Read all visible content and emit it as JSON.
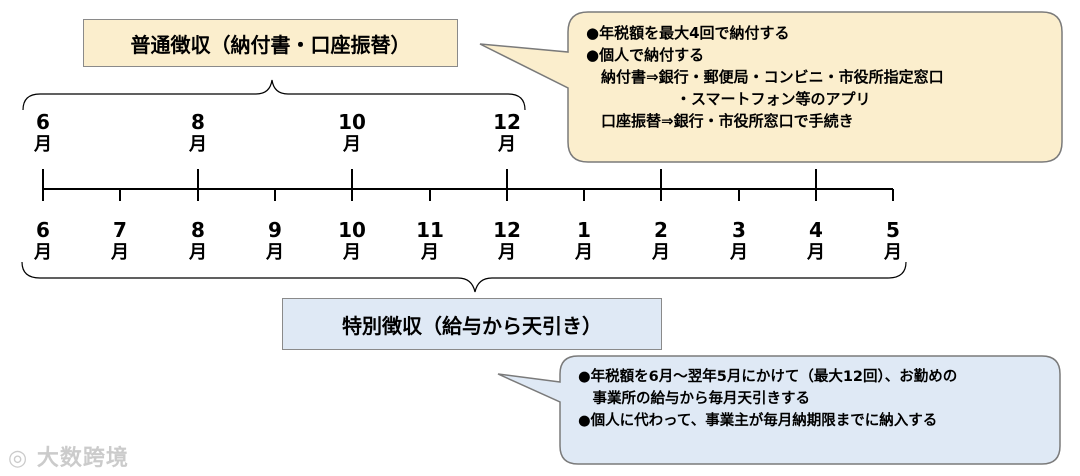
{
  "colors": {
    "top_box_fill": "#fbeecd",
    "bottom_box_fill": "#dfe9f5",
    "callout_top_fill": "#fbeecd",
    "callout_bottom_fill": "#dfe9f5",
    "callout_border": "#7a7a7a",
    "line": "#000000"
  },
  "top_box": {
    "title": "普通徴収（納付書・口座振替）"
  },
  "bottom_box": {
    "title": "特別徴収（給与から天引き）"
  },
  "upper_months": [
    {
      "num": "6",
      "unit": "月"
    },
    {
      "num": "8",
      "unit": "月"
    },
    {
      "num": "10",
      "unit": "月"
    },
    {
      "num": "12",
      "unit": "月"
    }
  ],
  "timeline_months": [
    {
      "num": "6",
      "unit": "月"
    },
    {
      "num": "7",
      "unit": "月"
    },
    {
      "num": "8",
      "unit": "月"
    },
    {
      "num": "9",
      "unit": "月"
    },
    {
      "num": "10",
      "unit": "月"
    },
    {
      "num": "11",
      "unit": "月"
    },
    {
      "num": "12",
      "unit": "月"
    },
    {
      "num": "1",
      "unit": "月"
    },
    {
      "num": "2",
      "unit": "月"
    },
    {
      "num": "3",
      "unit": "月"
    },
    {
      "num": "4",
      "unit": "月"
    },
    {
      "num": "5",
      "unit": "月"
    }
  ],
  "callout_top": [
    "●年税額を最大4回で納付する",
    "●個人で納付する",
    "　納付書⇒銀行・郵便局・コンビニ・市役所指定窓口",
    "　　　　　　・スマートフォン等のアプリ",
    "　口座振替⇒銀行・市役所窓口で手続き"
  ],
  "callout_bottom": [
    "●年税額を6月～翌年5月にかけて（最大12回）、お勤めの",
    "　事業所の給与から毎月天引きする",
    "●個人に代わって、事業主が毎月納期限までに納入する"
  ],
  "watermark": "大数跨境"
}
